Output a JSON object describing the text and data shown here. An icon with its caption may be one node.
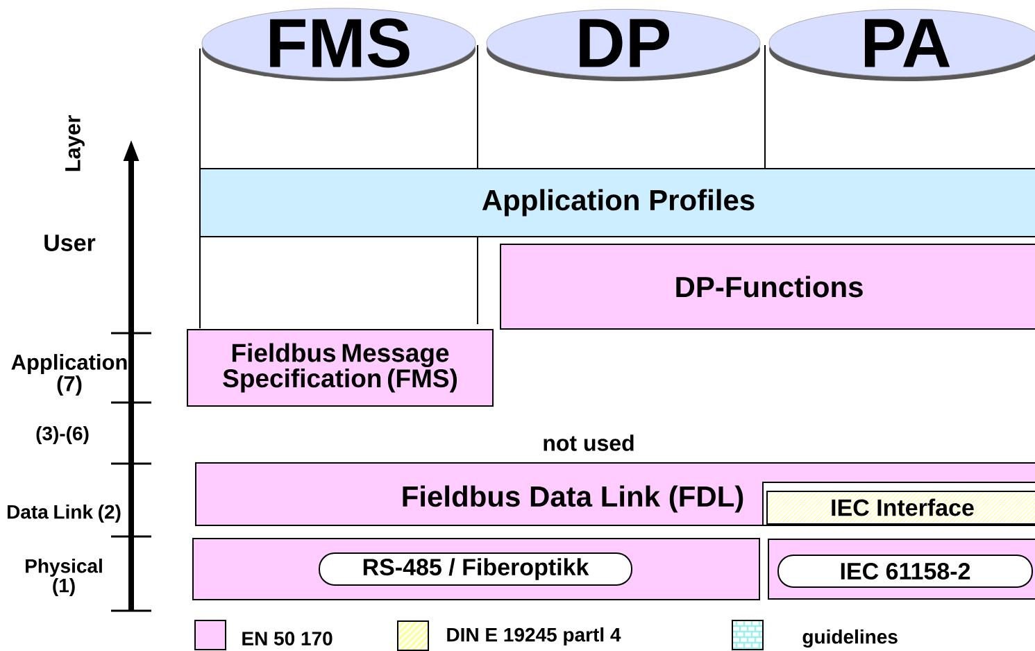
{
  "diagram": {
    "nodes": [
      {
        "text": [
          "FMS"
        ]
      },
      {
        "text": [
          "DP"
        ]
      },
      {
        "text": [
          "PA"
        ]
      },
      {
        "text": [
          "Application Profiles"
        ]
      },
      {
        "text": [
          "DP-Functions"
        ]
      },
      {
        "text": [
          "Fieldbus Message Specification (FMS)"
        ]
      },
      {
        "text": [
          "Fieldbus Data Link (FDL)"
        ]
      },
      {
        "text": [
          "IEC Interface"
        ]
      },
      {
        "text": [],
        "shape": "box"
      },
      {
        "text": [
          "RS-485 / Fiberoptikk"
        ],
        "in": 8
      },
      {
        "text": [],
        "shape": "box"
      },
      {
        "text": [
          "IEC 61158-2"
        ],
        "in": 10
      }
    ],
    "edges": [],
    "labels": [
      "Layer",
      "User",
      "Application (7)",
      "(3)-(6)",
      "not used",
      "Data Link (2)",
      "Physical (1)"
    ],
    "legend": [
      {
        "text": "EN 50 170",
        "color": "#ffccff"
      },
      {
        "text": "DIN E 19245 partl 4",
        "color": "#ffff99"
      },
      {
        "text": "guidelines",
        "color": "#99eeee"
      }
    ]
  }
}
